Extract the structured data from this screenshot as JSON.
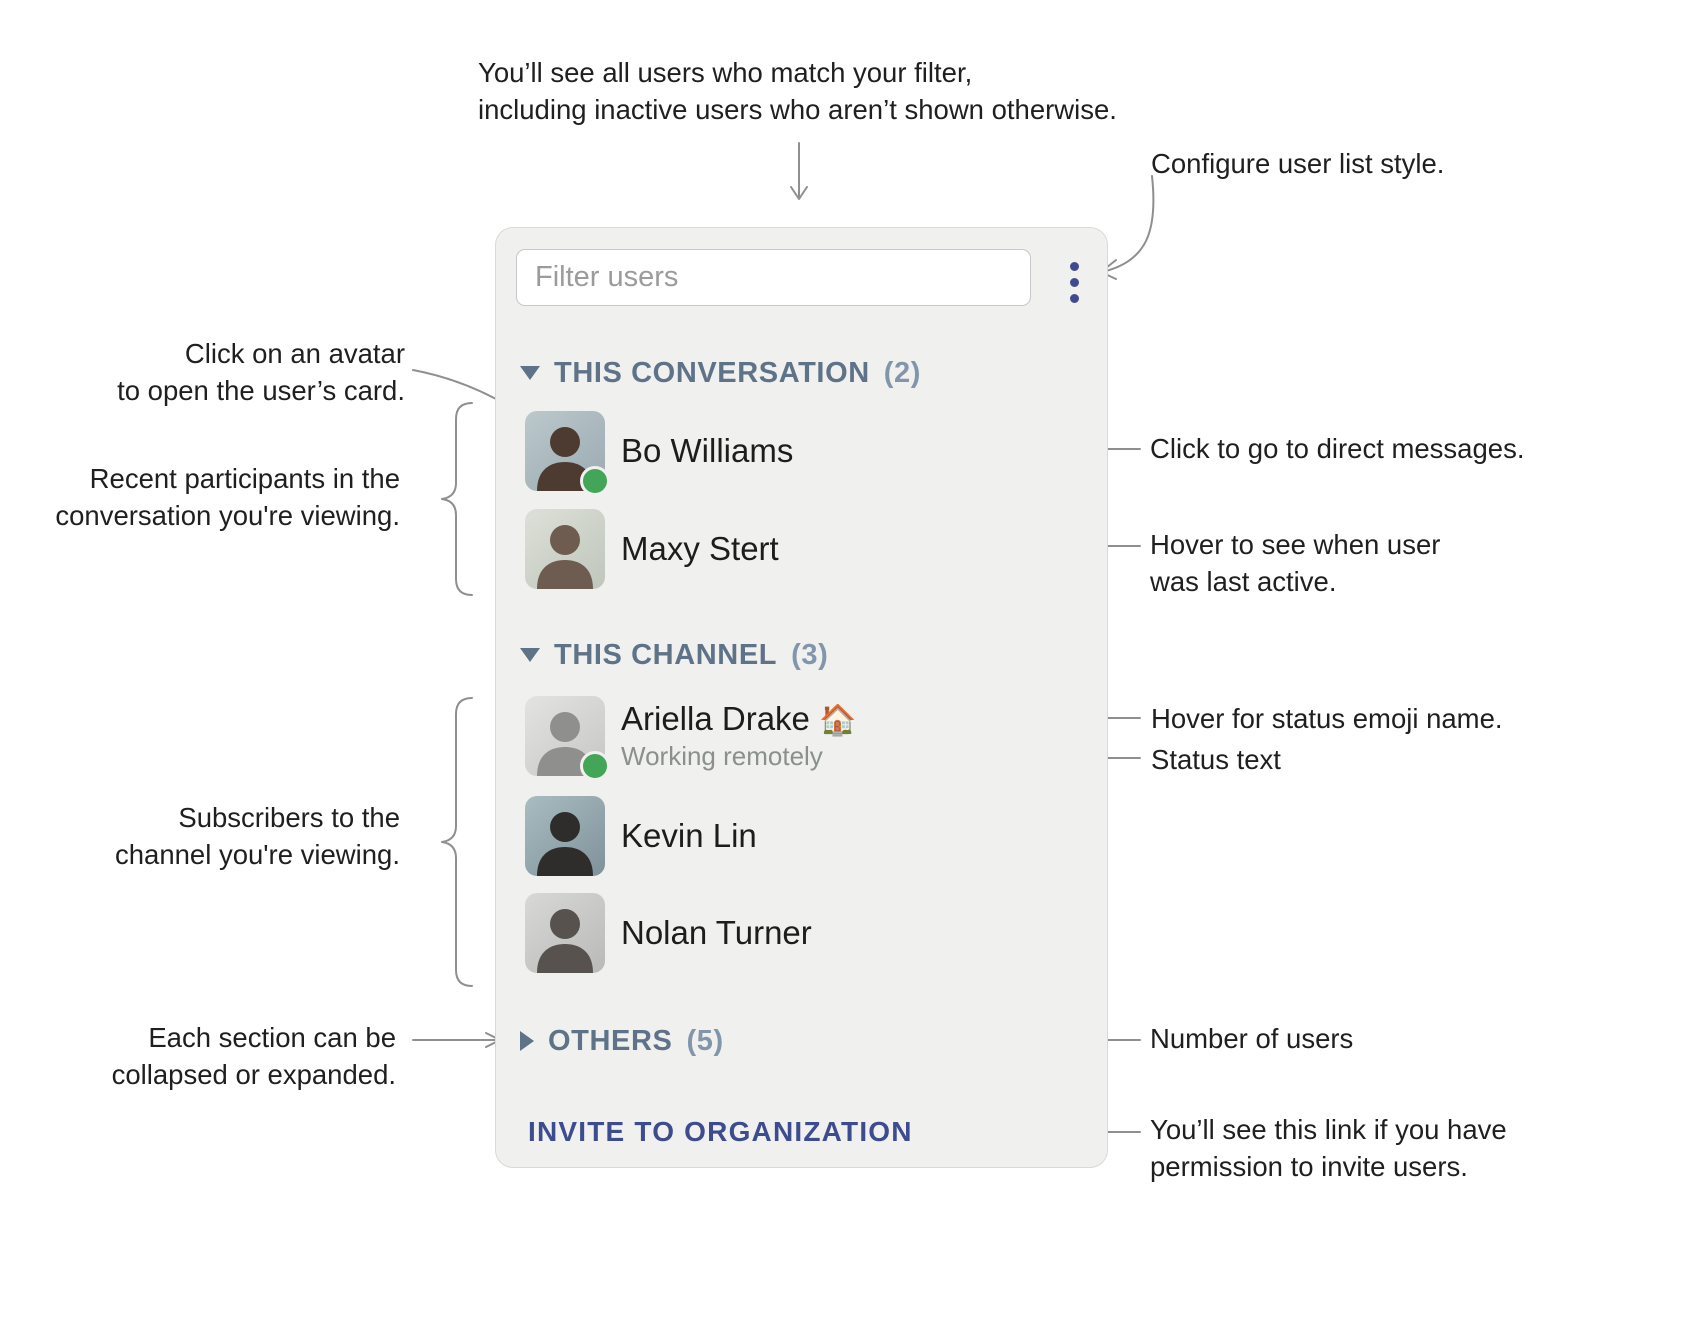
{
  "panel": {
    "filter_placeholder": "Filter users",
    "menu_icon": "vertical-ellipsis",
    "sections": [
      {
        "label": "THIS CONVERSATION",
        "count": "(2)",
        "state": "expanded",
        "users": [
          {
            "name": "Bo Williams",
            "online": true
          },
          {
            "name": "Maxy Stert",
            "online": false
          }
        ]
      },
      {
        "label": "THIS CHANNEL",
        "count": "(3)",
        "state": "expanded",
        "users": [
          {
            "name": "Ariella Drake",
            "status_emoji": "🏠",
            "status_text": "Working remotely",
            "online": true
          },
          {
            "name": "Kevin Lin",
            "online": false
          },
          {
            "name": "Nolan Turner",
            "online": false
          }
        ]
      },
      {
        "label": "OTHERS",
        "count": "(5)",
        "state": "collapsed",
        "users": []
      }
    ],
    "invite_label": "INVITE TO ORGANIZATION"
  },
  "annotations": {
    "filter_note": "You’ll see all users who match your filter,\nincluding inactive users who aren’t shown otherwise.",
    "configure_note": "Configure user list style.",
    "avatar_note": "Click on an avatar\nto open the user’s card.",
    "participants_note": "Recent participants in the\nconversation you're viewing.",
    "dm_note": "Click to go to direct messages.",
    "last_active_note": "Hover to see when user\nwas last active.",
    "status_emoji_note": "Hover for status emoji name.",
    "status_text_note": "Status text",
    "subscribers_note": "Subscribers to the\nchannel you're viewing.",
    "collapse_note": "Each section can be\ncollapsed or expanded.",
    "count_note": "Number of users",
    "invite_note": "You’ll see this link if you have\npermission to invite users."
  },
  "colors": {
    "panel_background": "#f0f0ee",
    "section_header": "#5e7288",
    "accent_indigo": "#3d4b8f",
    "presence_green": "#43a558",
    "connector_gray": "#8f8f8f",
    "status_text_gray": "#8a908a"
  }
}
